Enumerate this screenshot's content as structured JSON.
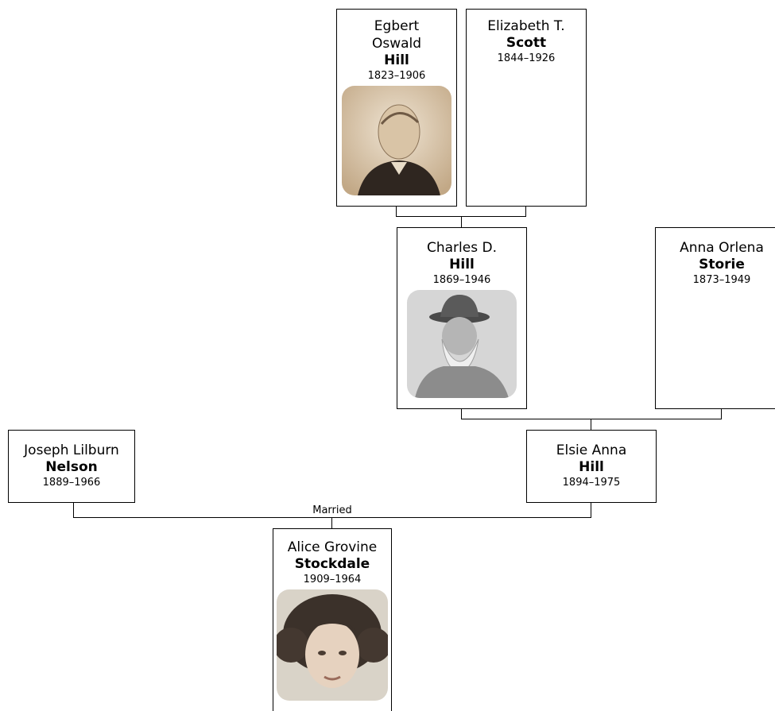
{
  "people": {
    "egbert": {
      "given": "Egbert Oswald",
      "surname": "Hill",
      "dates": "1823–1906"
    },
    "elizabeth": {
      "given": "Elizabeth T.",
      "surname": "Scott",
      "dates": "1844–1926"
    },
    "charles": {
      "given": "Charles D.",
      "surname": "Hill",
      "dates": "1869–1946"
    },
    "anna": {
      "given": "Anna Orlena",
      "surname": "Storie",
      "dates": "1873–1949"
    },
    "joseph": {
      "given": "Joseph Lilburn",
      "surname": "Nelson",
      "dates": "1889–1966"
    },
    "elsie": {
      "given": "Elsie Anna",
      "surname": "Hill",
      "dates": "1894–1975"
    },
    "alice": {
      "given": "Alice Grovine",
      "surname": "Stockdale",
      "dates": "1909–1964"
    }
  },
  "relationship_label": "Married",
  "colors": {
    "line": "#000000",
    "sepia": "#c9b49a",
    "grey_photo": "#bdbdbd"
  }
}
